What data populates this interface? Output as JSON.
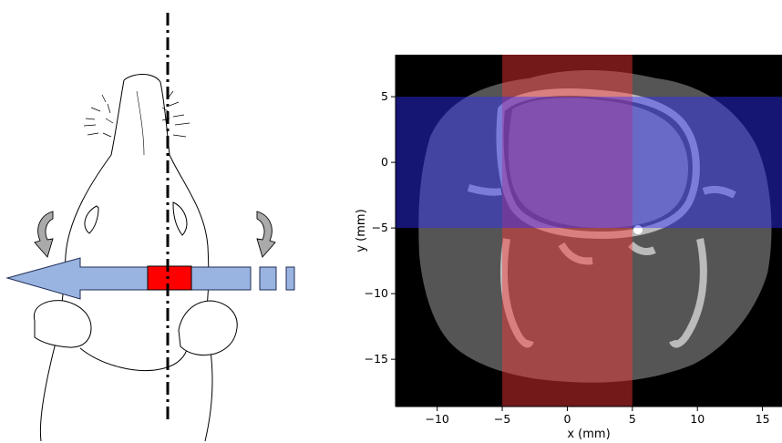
{
  "colors": {
    "beam_arrow_fill": "#9ab4e1",
    "beam_arrow_stroke": "#1f2d55",
    "target_box": "#ff0000",
    "rotation_arrow": "#aaaaaa",
    "red_field": "#ff3838",
    "blue_field": "#2f2fff",
    "ct_soft_tissue": "#555555",
    "ct_bone": "#bbbbbb"
  },
  "icons": {
    "rotation_left": "curved-rotation-arrow-icon",
    "rotation_right": "curved-rotation-arrow-icon",
    "beam": "beam-arrow-icon"
  },
  "chart_data": {
    "type": "heatmap",
    "title": "",
    "xlabel": "x (mm)",
    "ylabel": "y (mm)",
    "xlim": [
      -13.2,
      16.5
    ],
    "ylim": [
      -18.6,
      8.2
    ],
    "xticks": [
      -10,
      -5,
      0,
      5,
      10,
      15
    ],
    "yticks": [
      5,
      0,
      -5,
      -10,
      -15
    ],
    "overlays": [
      {
        "name": "",
        "orientation": "vertical",
        "range_x": [
          -5,
          5
        ],
        "color": "#ff3838"
      },
      {
        "name": "",
        "orientation": "horizontal",
        "range_y": [
          -5,
          5
        ],
        "color": "#2f2fff"
      }
    ],
    "grid": false
  }
}
